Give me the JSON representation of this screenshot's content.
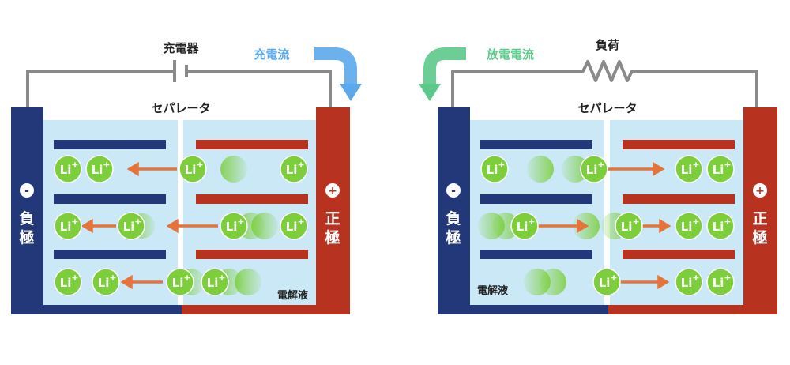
{
  "colors": {
    "negative": "#233879",
    "positive": "#b7321f",
    "electrolyte": "#cbe8f7",
    "wire": "#8a8a8a",
    "li": "#7ccf3a",
    "arrow": "#e5733a",
    "charge_flow": "#5ba8ec",
    "discharge_flow": "#5cc98a"
  },
  "charge": {
    "charger_label": "充電器",
    "current_label": "充電流",
    "separator_label": "セパレータ",
    "negative_label": "負極",
    "positive_label": "正極",
    "electrolyte_label": "電解液"
  },
  "discharge": {
    "load_label": "負荷",
    "current_label": "放電電流",
    "separator_label": "セパレータ",
    "negative_label": "負極",
    "positive_label": "正極",
    "electrolyte_label": "電解液"
  },
  "ion": {
    "label": "Li",
    "charge": "+"
  },
  "terminal_signs": {
    "negative": "-",
    "positive": "+"
  }
}
